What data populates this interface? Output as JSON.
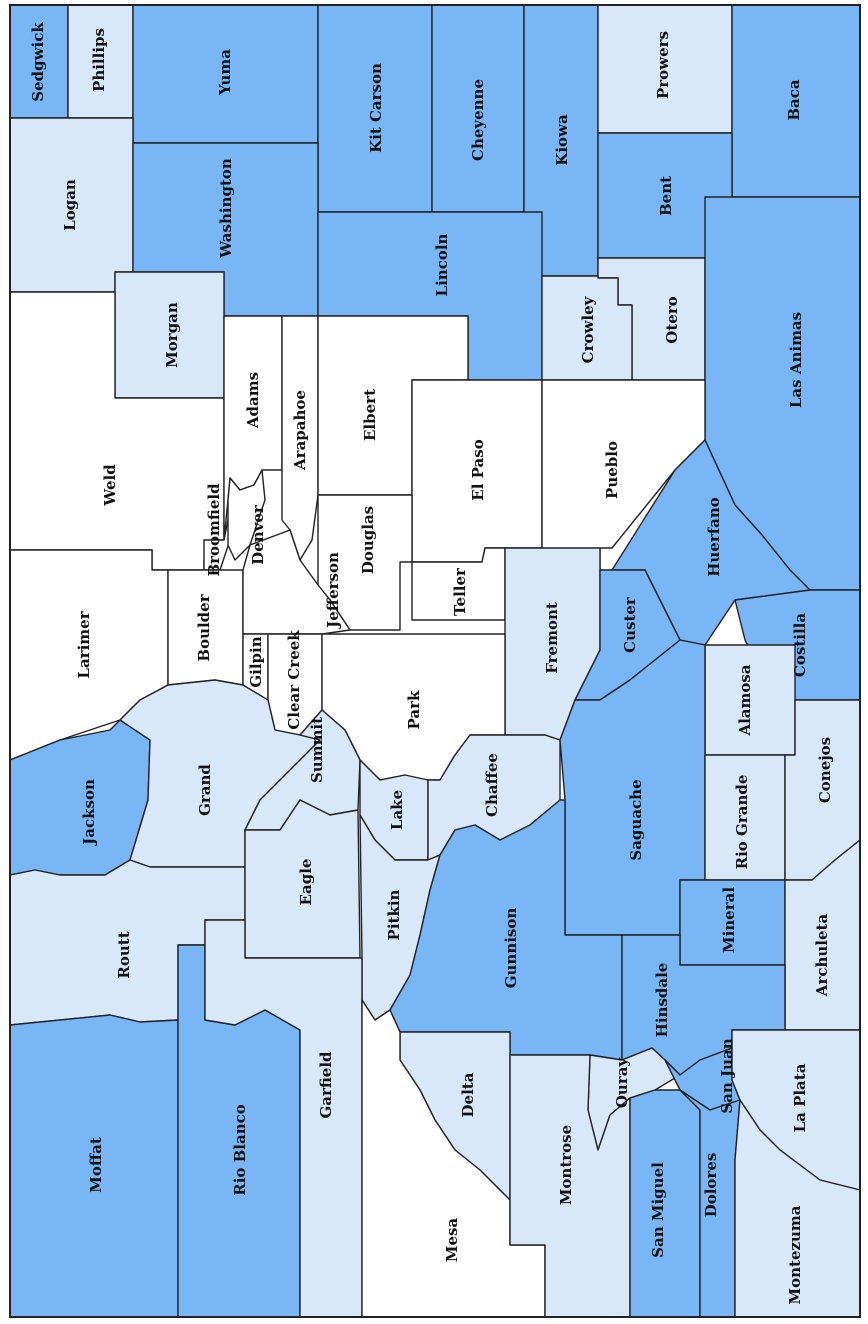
{
  "colors": {
    "dark": "#78b6f6",
    "light": "#d9e8f8",
    "white": "#ffffff",
    "border": "#222222"
  },
  "counties": [
    {
      "id": "sedgwick",
      "name": "Sedgwick",
      "shade": "dark"
    },
    {
      "id": "phillips",
      "name": "Phillips",
      "shade": "light"
    },
    {
      "id": "yuma",
      "name": "Yuma",
      "shade": "dark"
    },
    {
      "id": "kit-carson",
      "name": "Kit Carson",
      "shade": "dark"
    },
    {
      "id": "cheyenne",
      "name": "Cheyenne",
      "shade": "dark"
    },
    {
      "id": "kiowa",
      "name": "Kiowa",
      "shade": "dark"
    },
    {
      "id": "prowers",
      "name": "Prowers",
      "shade": "light"
    },
    {
      "id": "baca",
      "name": "Baca",
      "shade": "dark"
    },
    {
      "id": "logan",
      "name": "Logan",
      "shade": "light"
    },
    {
      "id": "washington",
      "name": "Washington",
      "shade": "dark"
    },
    {
      "id": "lincoln",
      "name": "Lincoln",
      "shade": "dark"
    },
    {
      "id": "bent",
      "name": "Bent",
      "shade": "dark"
    },
    {
      "id": "otero",
      "name": "Otero",
      "shade": "light"
    },
    {
      "id": "crowley",
      "name": "Crowley",
      "shade": "light"
    },
    {
      "id": "las-animas",
      "name": "Las Animas",
      "shade": "dark"
    },
    {
      "id": "morgan",
      "name": "Morgan",
      "shade": "light"
    },
    {
      "id": "weld",
      "name": "Weld",
      "shade": "white"
    },
    {
      "id": "adams",
      "name": "Adams",
      "shade": "white"
    },
    {
      "id": "arapahoe",
      "name": "Arapahoe",
      "shade": "white"
    },
    {
      "id": "elbert",
      "name": "Elbert",
      "shade": "white"
    },
    {
      "id": "el-paso",
      "name": "El Paso",
      "shade": "white"
    },
    {
      "id": "pueblo",
      "name": "Pueblo",
      "shade": "white"
    },
    {
      "id": "broomfield",
      "name": "Broomfield",
      "shade": "white"
    },
    {
      "id": "denver",
      "name": "Denver",
      "shade": "white"
    },
    {
      "id": "douglas",
      "name": "Douglas",
      "shade": "white"
    },
    {
      "id": "huerfano",
      "name": "Huerfano",
      "shade": "dark"
    },
    {
      "id": "larimer",
      "name": "Larimer",
      "shade": "white"
    },
    {
      "id": "boulder",
      "name": "Boulder",
      "shade": "white"
    },
    {
      "id": "jefferson",
      "name": "Jefferson",
      "shade": "white"
    },
    {
      "id": "teller",
      "name": "Teller",
      "shade": "white"
    },
    {
      "id": "fremont",
      "name": "Fremont",
      "shade": "light"
    },
    {
      "id": "custer",
      "name": "Custer",
      "shade": "dark"
    },
    {
      "id": "costilla",
      "name": "Costilla",
      "shade": "dark"
    },
    {
      "id": "gilpin",
      "name": "Gilpin",
      "shade": "white"
    },
    {
      "id": "clear-creek",
      "name": "Clear Creek",
      "shade": "white"
    },
    {
      "id": "park",
      "name": "Park",
      "shade": "white"
    },
    {
      "id": "alamosa",
      "name": "Alamosa",
      "shade": "light"
    },
    {
      "id": "jackson",
      "name": "Jackson",
      "shade": "dark"
    },
    {
      "id": "grand",
      "name": "Grand",
      "shade": "light"
    },
    {
      "id": "summit",
      "name": "Summit",
      "shade": "light"
    },
    {
      "id": "lake",
      "name": "Lake",
      "shade": "light"
    },
    {
      "id": "chaffee",
      "name": "Chaffee",
      "shade": "light"
    },
    {
      "id": "saguache",
      "name": "Saguache",
      "shade": "dark"
    },
    {
      "id": "rio-grande",
      "name": "Rio Grande",
      "shade": "light"
    },
    {
      "id": "conejos",
      "name": "Conejos",
      "shade": "light"
    },
    {
      "id": "routt",
      "name": "Routt",
      "shade": "light"
    },
    {
      "id": "eagle",
      "name": "Eagle",
      "shade": "light"
    },
    {
      "id": "pitkin",
      "name": "Pitkin",
      "shade": "light"
    },
    {
      "id": "gunnison",
      "name": "Gunnison",
      "shade": "dark"
    },
    {
      "id": "mineral",
      "name": "Mineral",
      "shade": "dark"
    },
    {
      "id": "archuleta",
      "name": "Archuleta",
      "shade": "light"
    },
    {
      "id": "hinsdale",
      "name": "Hinsdale",
      "shade": "dark"
    },
    {
      "id": "moffat",
      "name": "Moffat",
      "shade": "dark"
    },
    {
      "id": "rio-blanco",
      "name": "Rio Blanco",
      "shade": "dark"
    },
    {
      "id": "garfield",
      "name": "Garfield",
      "shade": "light"
    },
    {
      "id": "delta",
      "name": "Delta",
      "shade": "light"
    },
    {
      "id": "ouray",
      "name": "Ouray",
      "shade": "light"
    },
    {
      "id": "san-juan",
      "name": "San Juan",
      "shade": "dark"
    },
    {
      "id": "la-plata",
      "name": "La Plata",
      "shade": "light"
    },
    {
      "id": "mesa",
      "name": "Mesa",
      "shade": "white"
    },
    {
      "id": "montrose",
      "name": "Montrose",
      "shade": "light"
    },
    {
      "id": "san-miguel",
      "name": "San Miguel",
      "shade": "dark"
    },
    {
      "id": "dolores",
      "name": "Dolores",
      "shade": "dark"
    },
    {
      "id": "montezuma",
      "name": "Montezuma",
      "shade": "light"
    }
  ]
}
